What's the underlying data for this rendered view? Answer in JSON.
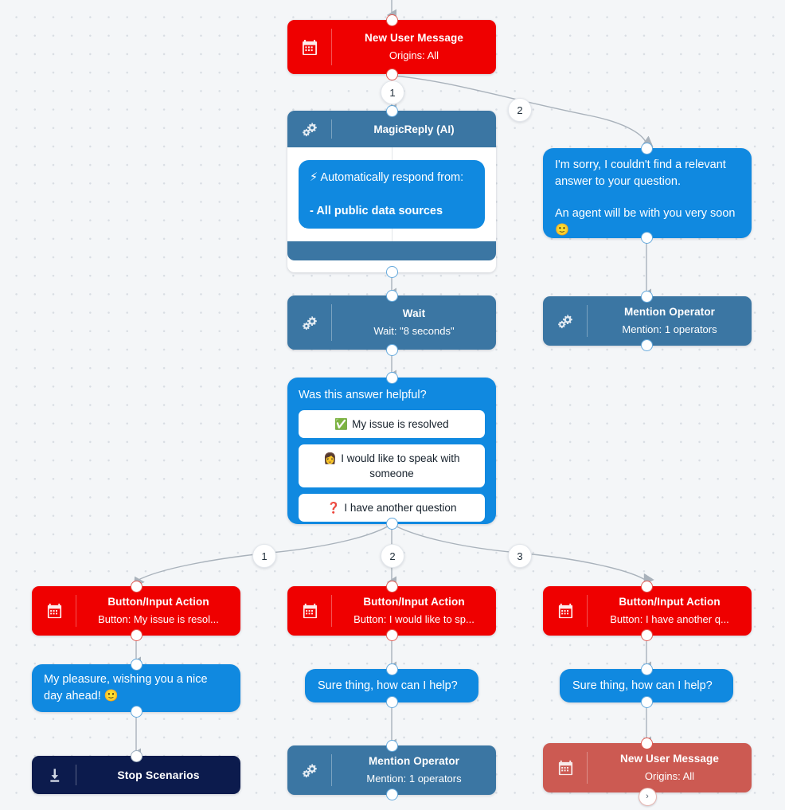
{
  "canvas": {
    "title": "Chatbot scenario flow canvas",
    "grid": true,
    "background_color": "#f4f6f8",
    "dot_color": "#d8dde3"
  },
  "colors": {
    "trigger_red": "#ef0000",
    "trigger_red_muted": "#cc5a52",
    "action_steel": "#3b76a3",
    "message_blue": "#1089e0",
    "stop_navy": "#0c1b4d",
    "edge_gray": "#a9b2bb"
  },
  "nodes": {
    "new_user_message_top": {
      "icon": "calendar-icon",
      "title": "New User Message",
      "subtitle": "Origins: All"
    },
    "magicreply": {
      "icon": "gears-icon",
      "title": "MagicReply (AI)",
      "inner_icon": "lightning-icon",
      "inner_line1": "Automatically respond from:",
      "inner_line2": "- All public data sources"
    },
    "fallback_bubble": {
      "line1": "I'm sorry, I couldn't find a relevant answer to your question.",
      "line2": "An agent will be with you very soon 🙂"
    },
    "wait": {
      "icon": "gears-icon",
      "title": "Wait",
      "subtitle": "Wait: \"8 seconds\""
    },
    "mention_operator_right": {
      "icon": "gears-icon",
      "title": "Mention Operator",
      "subtitle": "Mention: 1 operators"
    },
    "question_block": {
      "question": "Was this answer helpful?",
      "options": [
        {
          "emoji": "✅",
          "label": "My issue is resolved"
        },
        {
          "emoji": "👩",
          "label": "I would like to speak with someone"
        },
        {
          "emoji": "❓",
          "label": "I have another question"
        }
      ]
    },
    "button_action_1": {
      "icon": "calendar-icon",
      "title": "Button/Input Action",
      "subtitle": "Button: My issue is resol..."
    },
    "button_action_2": {
      "icon": "calendar-icon",
      "title": "Button/Input Action",
      "subtitle": "Button: I would like to sp..."
    },
    "button_action_3": {
      "icon": "calendar-icon",
      "title": "Button/Input Action",
      "subtitle": "Button: I have another q..."
    },
    "my_pleasure_bubble": {
      "text": "My pleasure, wishing you a nice day ahead! 🙂"
    },
    "stop_scenarios": {
      "icon": "download-icon",
      "title": "Stop Scenarios"
    },
    "sure_thing_middle": {
      "text": "Sure thing, how can I help?"
    },
    "sure_thing_right": {
      "text": "Sure thing, how can I help?"
    },
    "mention_operator_bottom": {
      "icon": "gears-icon",
      "title": "Mention Operator",
      "subtitle": "Mention: 1 operators"
    },
    "new_user_message_bottom": {
      "icon": "calendar-icon",
      "title": "New User Message",
      "subtitle": "Origins: All",
      "expander": "›"
    }
  },
  "branch_labels": {
    "trigger_out_1": "1",
    "trigger_out_2": "2",
    "question_out_1": "1",
    "question_out_2": "2",
    "question_out_3": "3"
  }
}
